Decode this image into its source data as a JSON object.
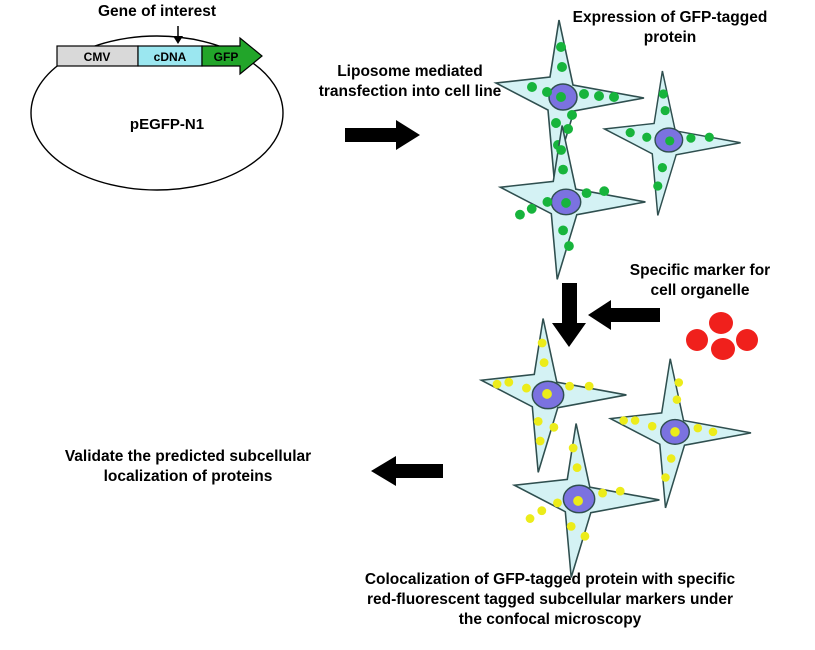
{
  "labels": {
    "gene_of_interest": "Gene of interest",
    "cmv": "CMV",
    "cdna": "cDNA",
    "gfp": "GFP",
    "plasmid": "pEGFP-N1",
    "transfection_line1": "Liposome mediated",
    "transfection_line2": "transfection into cell line",
    "expression_line1": "Expression of GFP-tagged",
    "expression_line2": "protein",
    "marker_line1": "Specific marker for",
    "marker_line2": "cell organelle",
    "validate_line1": "Validate the predicted subcellular",
    "validate_line2": "localization of proteins",
    "colocalization_line1": "Colocalization of GFP-tagged protein with specific",
    "colocalization_line2": "red-fluorescent tagged subcellular markers under",
    "colocalization_line3": "the confocal microscopy"
  },
  "colors": {
    "cell_fill": "#d4f2f4",
    "cell_stroke": "#2f4f4f",
    "nucleus": "#7b72e0",
    "green_dot": "#17b43c",
    "yellow_dot": "#ecec1a",
    "red_dot": "#f0201c",
    "cmv_fill": "#d9d9d9",
    "cdna_fill": "#9be7f0",
    "gfp_fill": "#22a52a",
    "arrow": "#000000"
  },
  "icons": [
    "plasmid-icon",
    "cell-icon",
    "arrow-right-icon",
    "arrow-left-icon",
    "arrow-down-icon",
    "red-marker-icon"
  ]
}
